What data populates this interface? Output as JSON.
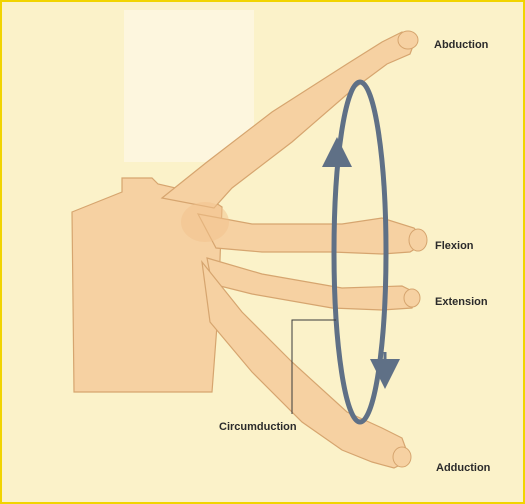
{
  "labels": {
    "abduction": "Abduction",
    "flexion": "Flexion",
    "extension": "Extension",
    "circumduction": "Circumduction",
    "adduction": "Adduction"
  },
  "colors": {
    "background": "#fbf2c9",
    "border": "#f1d400",
    "skin": "#f6d1a2",
    "skin_outline": "#d6a56f",
    "ring": "#5f7086",
    "text": "#2b2b2b"
  }
}
